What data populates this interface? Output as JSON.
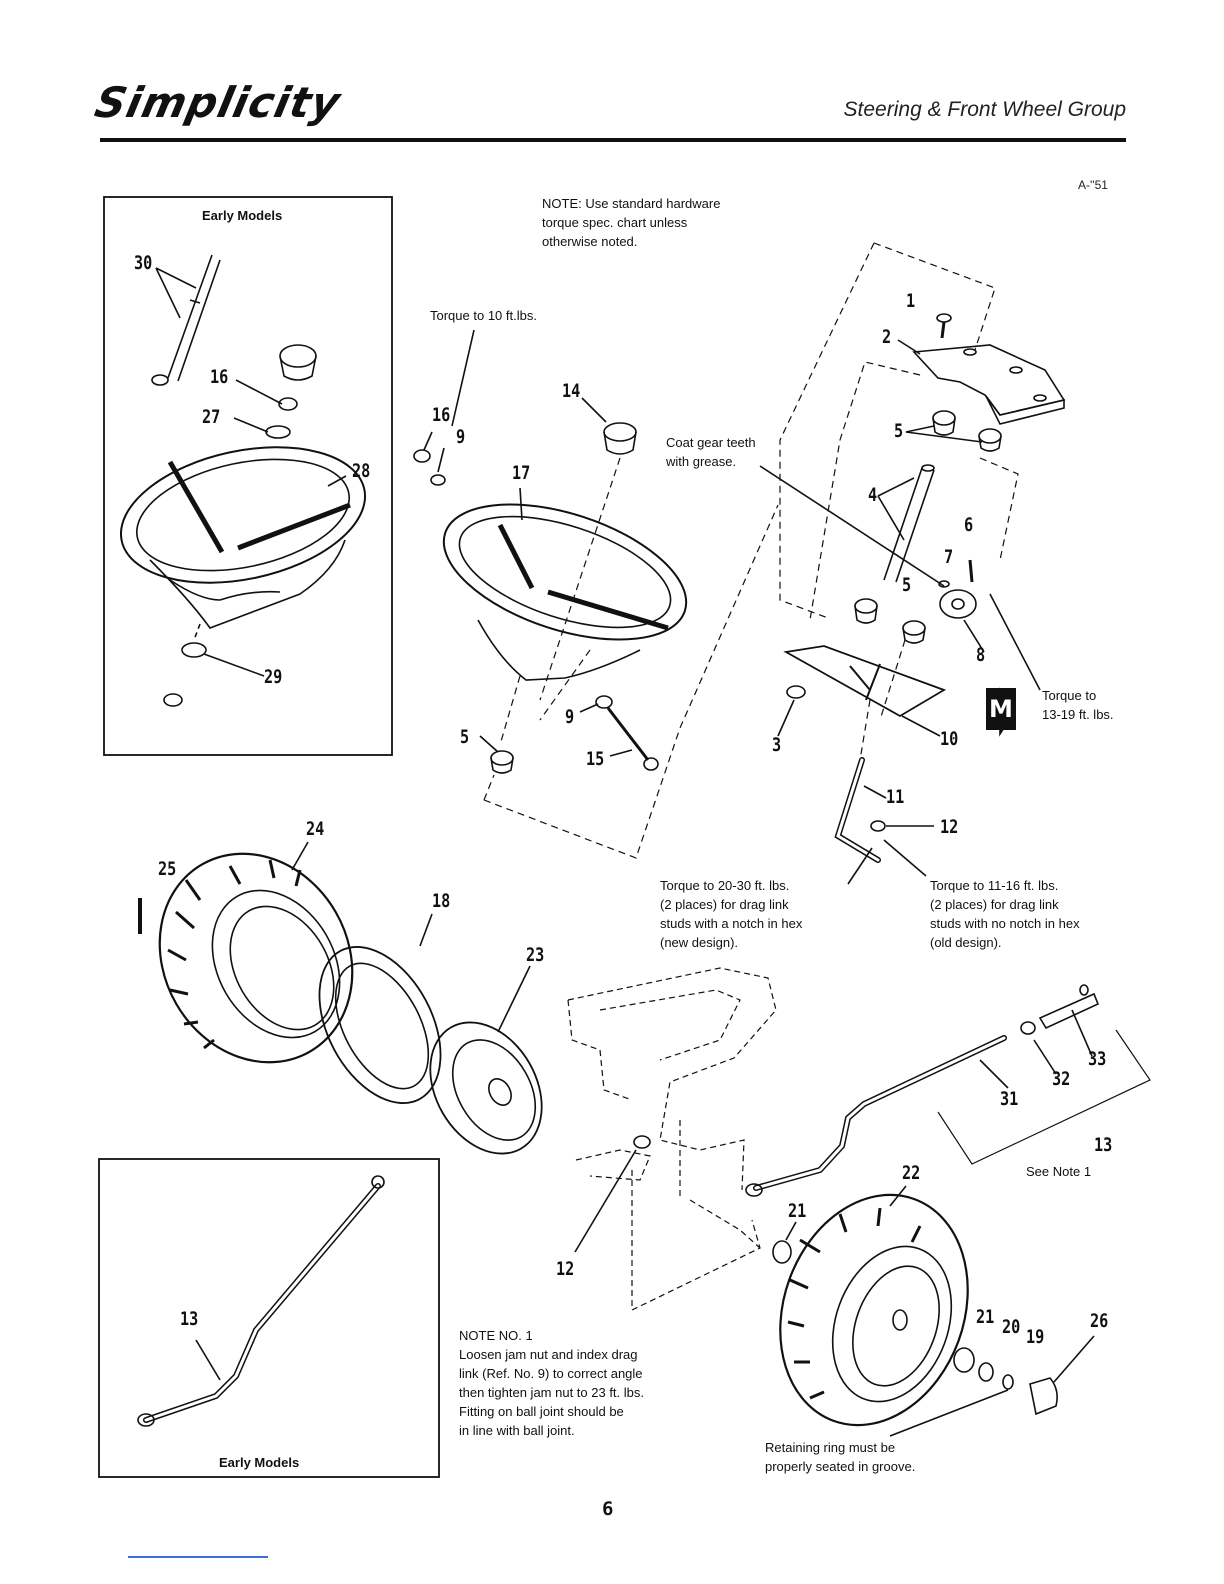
{
  "header": {
    "brand": "Simplicity",
    "section_title": "Steering & Front Wheel Group",
    "drawing_code": "A-''51"
  },
  "notes": {
    "hardware": "NOTE: Use standard hardware\ntorque spec. chart unless\notherwise noted.",
    "torque_10": "Torque to 10 ft.lbs.",
    "grease": "Coat gear teeth\nwith grease.",
    "torque_13_19": "Torque to\n13-19 ft. lbs.",
    "torque_20_30": "Torque to 20-30 ft. lbs.\n(2 places) for drag link\nstuds with a notch in hex\n(new design).",
    "torque_11_16": "Torque to 11-16 ft. lbs.\n(2 places) for drag link\nstuds with no notch in hex\n(old design).",
    "see_note": "See Note 1",
    "note_no1": "NOTE NO. 1\nLoosen jam nut and index drag\nlink (Ref. No. 9) to correct angle\nthen tighten jam nut to 23 ft. lbs.\nFitting on ball joint should be\nin line with ball joint.",
    "retaining": "Retaining ring must be\nproperly seated in groove."
  },
  "boxes": {
    "top_label": "Early Models",
    "bottom_label": "Early Models"
  },
  "metric_badge": "M",
  "page_number": "6",
  "part_numbers": [
    "30",
    "16",
    "27",
    "28",
    "29",
    "16",
    "9",
    "14",
    "17",
    "5",
    "9",
    "15",
    "1",
    "2",
    "5",
    "4",
    "6",
    "7",
    "5",
    "8",
    "3",
    "10",
    "11",
    "12",
    "24",
    "25",
    "18",
    "23",
    "31",
    "32",
    "33",
    "13",
    "22",
    "21",
    "12",
    "21",
    "20",
    "19",
    "26",
    "13"
  ]
}
